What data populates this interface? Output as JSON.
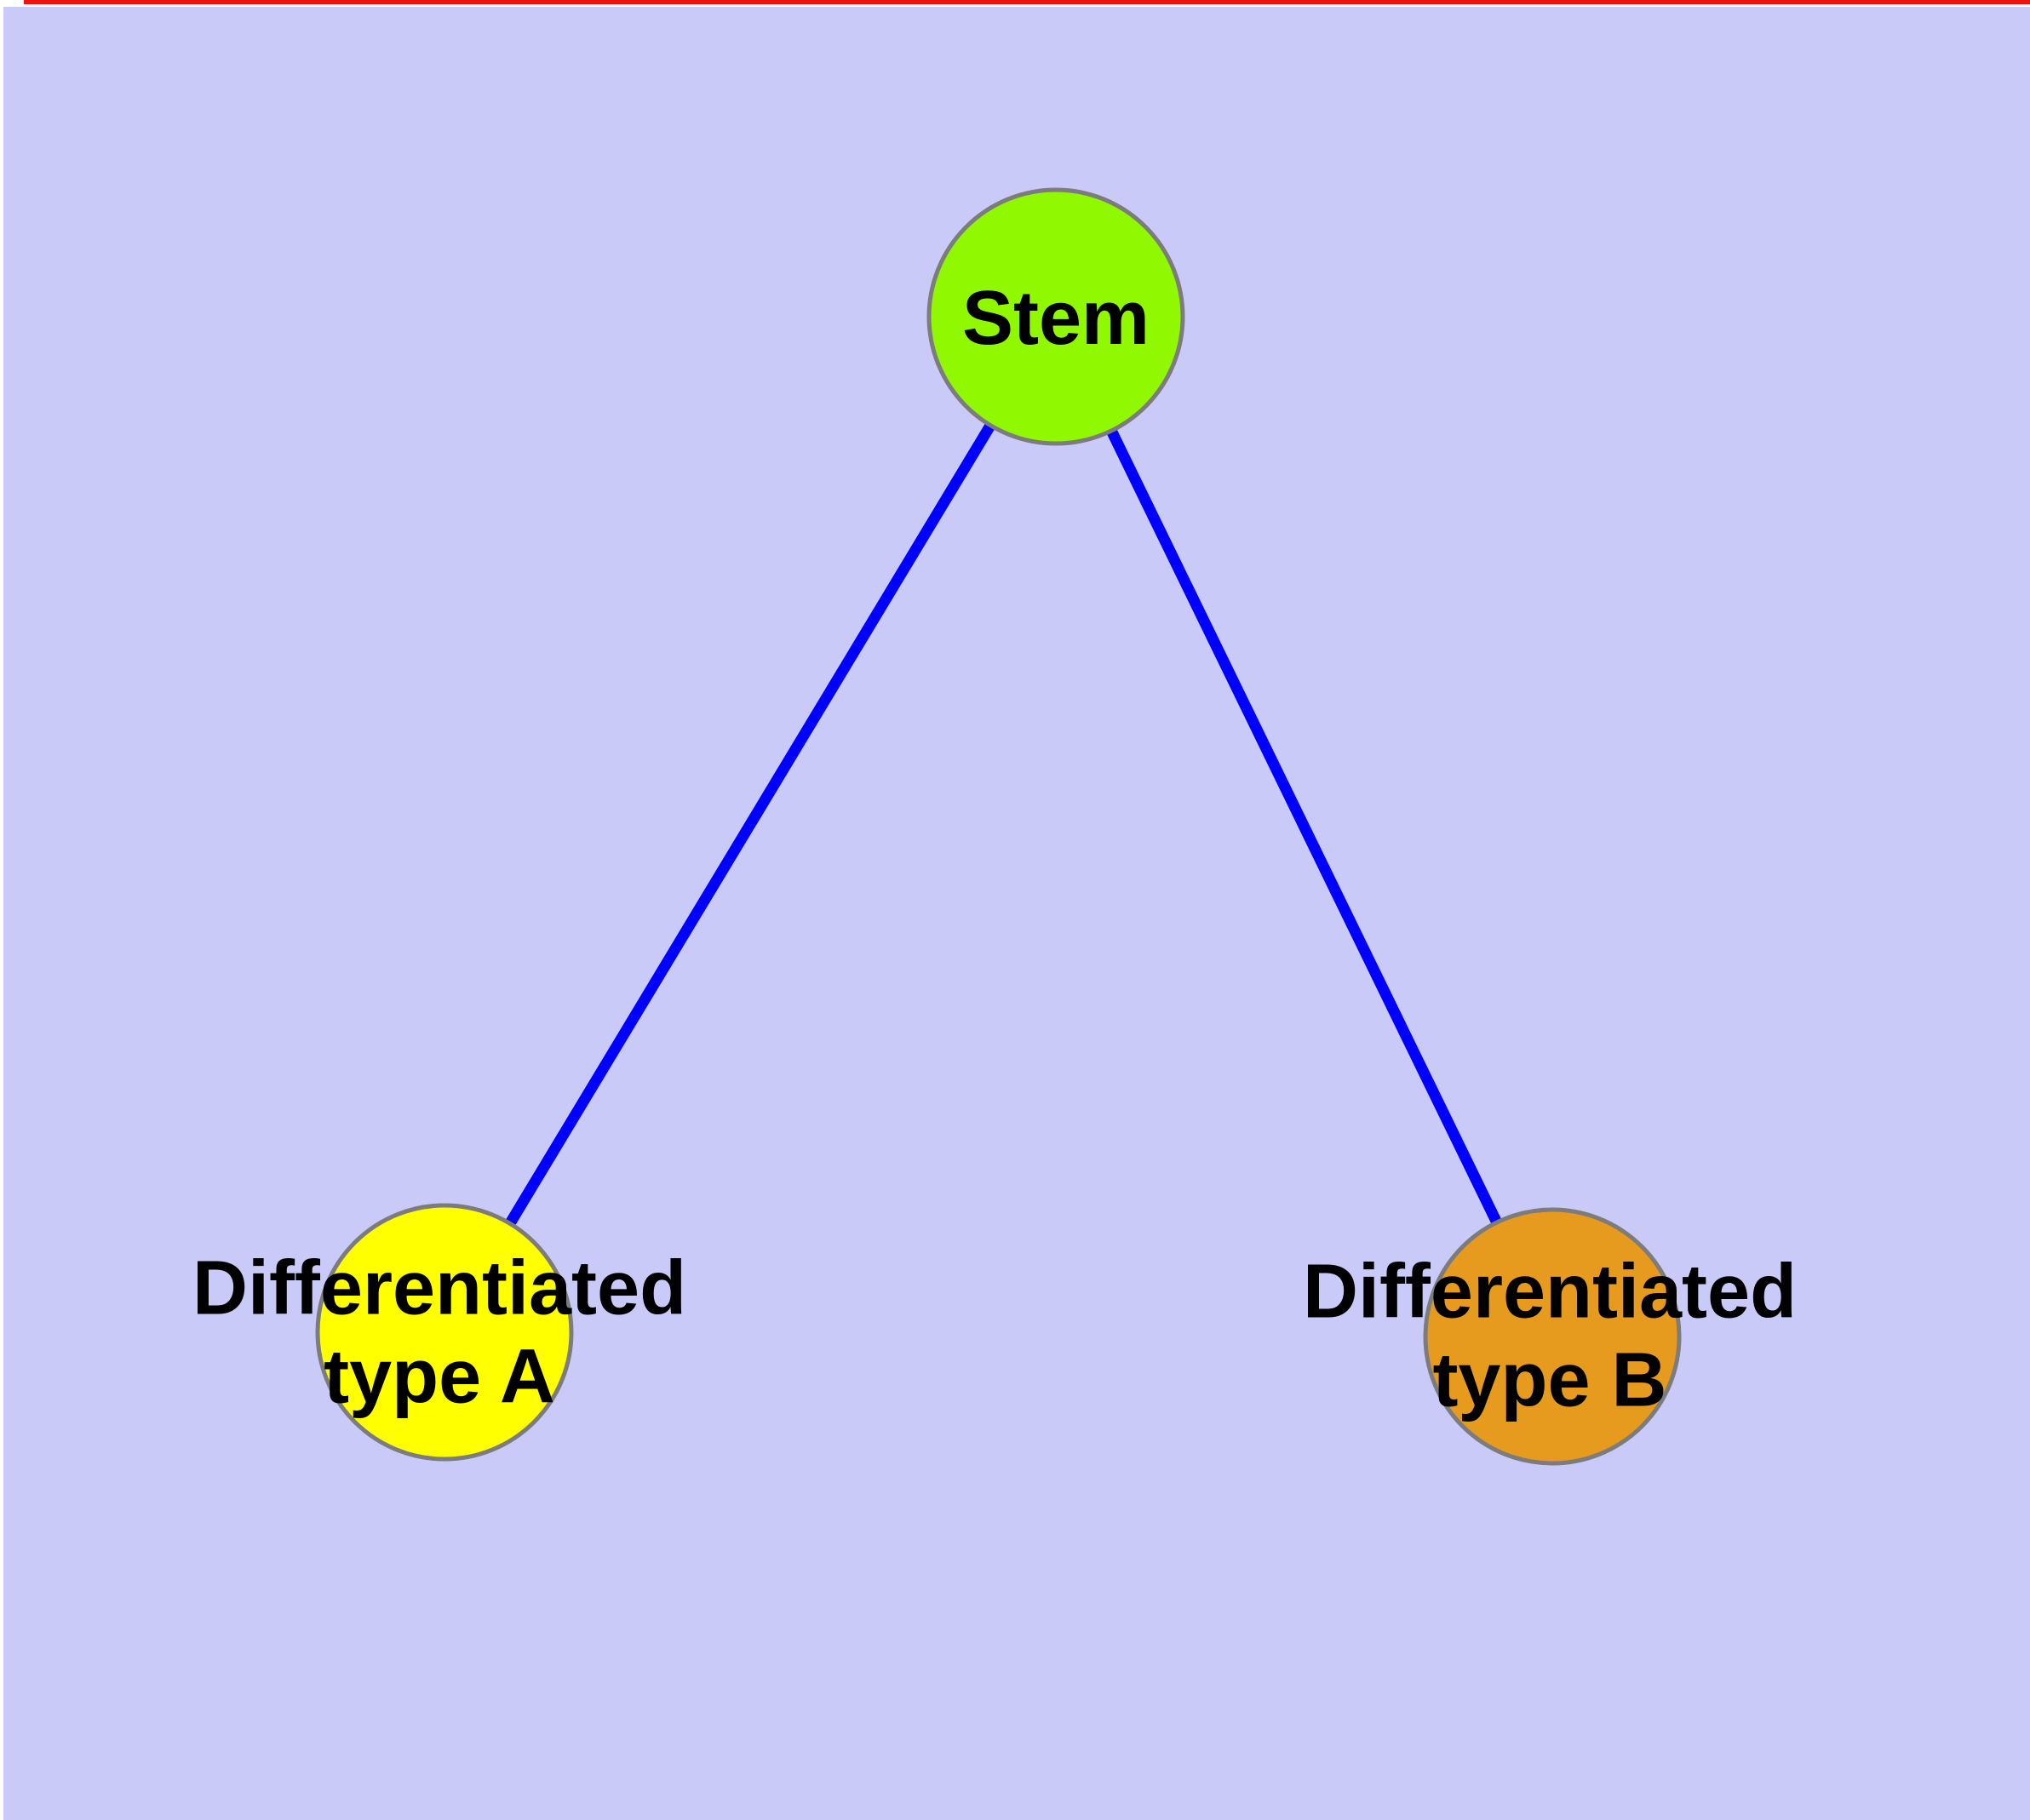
{
  "figure": {
    "background_color": "#CACAF9",
    "margin_color": "#FFFFFF",
    "top_line_color": "#EE1111",
    "edge_color": "#0000FF",
    "node_border_color": "#7C7C7C"
  },
  "graph": {
    "nodes": {
      "stem": {
        "label": "Stem",
        "fill": "#90F800"
      },
      "type_a": {
        "label": "Differentiated\ntype A",
        "fill": "#FFFF00"
      },
      "type_b": {
        "label": "Differentiated\ntype B",
        "fill": "#E69A1E"
      }
    },
    "edges": [
      {
        "from": "Stem",
        "to": "Differentiated type A"
      },
      {
        "from": "Stem",
        "to": "Differentiated type B"
      }
    ]
  }
}
